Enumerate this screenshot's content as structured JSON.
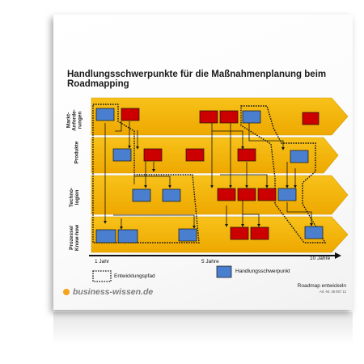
{
  "title_line1": "Handlungsschwerpunkte für die Maßnahmenplanung beim",
  "title_line2": "Roadmapping",
  "lanes": [
    {
      "label": "Markt-\nAnforde-\nrungen"
    },
    {
      "label": "Produkte"
    },
    {
      "label": "Techno-\nlogien"
    },
    {
      "label": "Prozesse/\nKnow-how"
    }
  ],
  "axis": {
    "tick1": "1 Jahr",
    "tick2": "5 Jahre",
    "tick3": "10 Jahre"
  },
  "legend": {
    "path_label": "Entwicklungspfad",
    "focus_label": "Handlungsschwerpunkt"
  },
  "colors": {
    "lane": "#f5b800",
    "lane_dark": "#e3a500",
    "blue": "#4a7fd0",
    "red": "#cc0000"
  },
  "footer": {
    "brand": "business-wissen.de",
    "doc_title": "Roadmap entwickeln",
    "article": "Art.-Nr. 36 057 12"
  }
}
